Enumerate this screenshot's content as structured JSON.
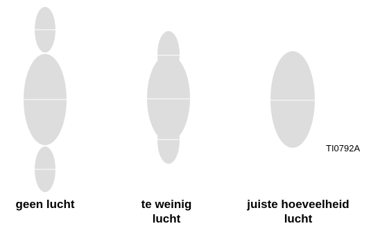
{
  "colors": {
    "pattern_fill": "#dddddd",
    "divider": "#ffffff",
    "text": "#000000"
  },
  "patterns": [
    {
      "id": "no-air",
      "caption_lines": [
        "geen lucht"
      ]
    },
    {
      "id": "too-little-air",
      "caption_lines": [
        "te weinig",
        "lucht"
      ]
    },
    {
      "id": "correct-air",
      "caption_lines": [
        "juiste hoeveelheid",
        "lucht"
      ]
    }
  ],
  "figure_code": "TI0792A"
}
